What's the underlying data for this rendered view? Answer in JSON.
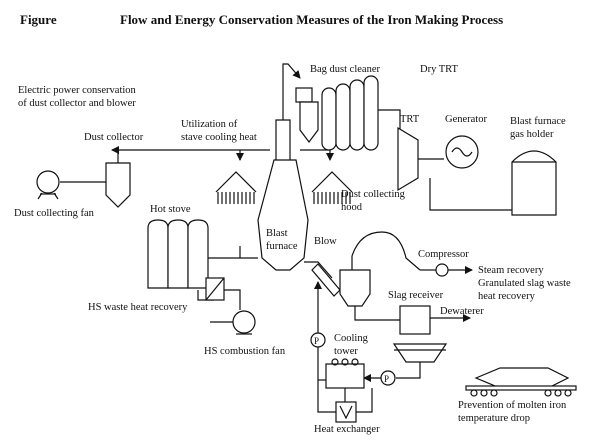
{
  "figure_label": "Figure",
  "title": "Flow and Energy Conservation Measures of the Iron Making Process",
  "labels": {
    "electric_power_line1": "Electric power conservation",
    "electric_power_line2": "of dust collector and blower",
    "bag_dust_cleaner": "Bag dust cleaner",
    "dry_trt": "Dry TRT",
    "utilization_line1": "Utilization of",
    "utilization_line2": "stave cooling heat",
    "trt": "TRT",
    "generator": "Generator",
    "bf_gas_holder_line1": "Blast furnace",
    "bf_gas_holder_line2": "gas holder",
    "dust_collector": "Dust collector",
    "dust_collecting_fan": "Dust collecting fan",
    "hot_stove": "Hot stove",
    "dust_hood_line1": "Dust collecting",
    "dust_hood_line2": "hood",
    "blast_furnace_line1": "Blast",
    "blast_furnace_line2": "furnace",
    "blow": "Blow",
    "compressor": "Compressor",
    "steam_recovery": "Steam recovery",
    "granulated_line1": "Granulated slag waste",
    "granulated_line2": "heat recovery",
    "hs_waste_heat": "HS waste heat recovery",
    "slag_receiver": "Slag receiver",
    "dewaterer": "Dewaterer",
    "cooling_tower_line1": "Cooling",
    "cooling_tower_line2": "tower",
    "hs_combustion_fan": "HS combustion fan",
    "prevention_line1": "Prevention of molten iron",
    "prevention_line2": "temperature drop",
    "heat_exchanger": "Heat exchanger",
    "pump_symbol": "P"
  }
}
